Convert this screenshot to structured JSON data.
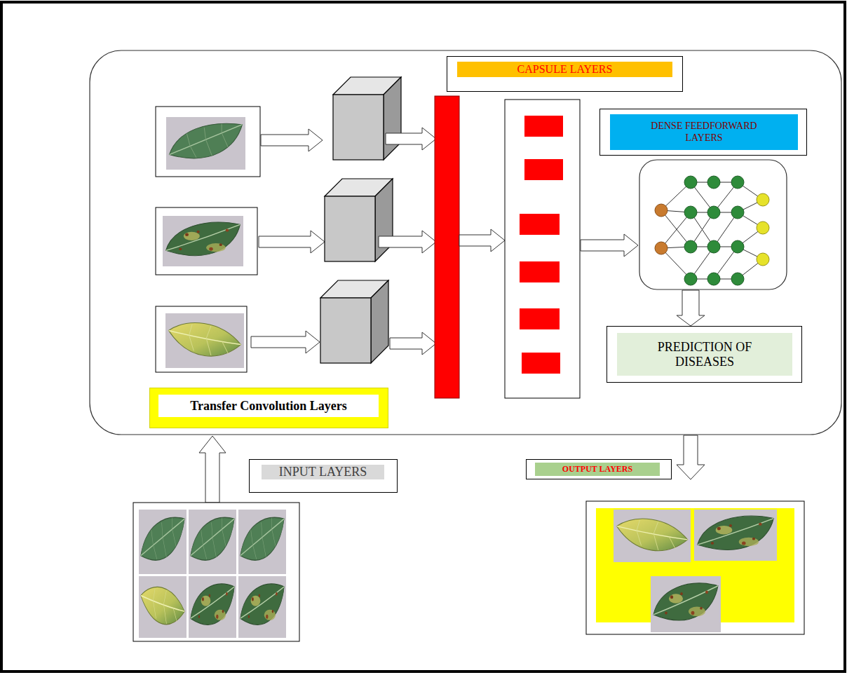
{
  "diagram": {
    "nodes": [
      {
        "text": [
          "CAPSULE LAYERS"
        ]
      },
      {
        "text": [
          "DENSE FEEDFORWARD LAYERS"
        ]
      },
      {
        "text": [
          "PREDICTION OF DISEASES"
        ]
      },
      {
        "text": [
          "Transfer Convolution Layers"
        ]
      },
      {
        "text": [
          "INPUT LAYERS"
        ]
      },
      {
        "text": [
          "OUTPUT LAYERS"
        ]
      }
    ]
  }
}
